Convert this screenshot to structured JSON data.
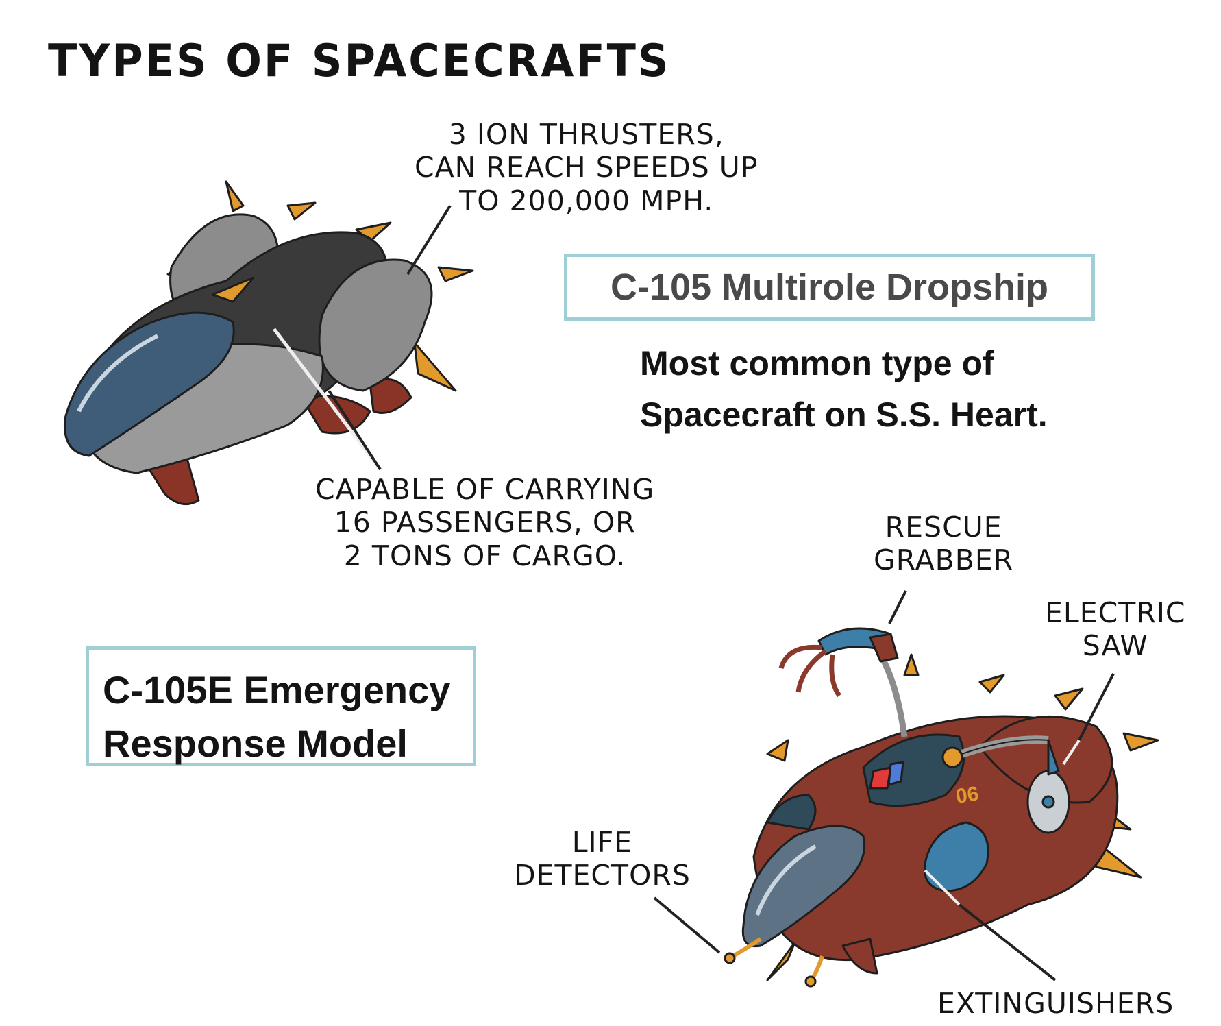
{
  "title": "TYPES OF SPACECRAFTS",
  "dropship": {
    "name": "C-105 Multirole Dropship",
    "description": [
      "Most common type of",
      "Spacecraft on S.S. Heart."
    ],
    "callouts": {
      "thrusters": [
        "3 ION THRUSTERS,",
        "CAN REACH SPEEDS UP",
        "TO 200,000 MPH."
      ],
      "capacity": [
        "CAPABLE OF CARRYING",
        "16 PASSENGERS, OR",
        "2 TONS OF CARGO."
      ]
    }
  },
  "emergency": {
    "name": [
      "C-105E Emergency",
      "Response Model"
    ],
    "hull_marking": "06",
    "callouts": {
      "rescue_grabber": [
        "RESCUE",
        "GRABBER"
      ],
      "electric_saw": [
        "ELECTRIC",
        "SAW"
      ],
      "life_detectors": [
        "LIFE",
        "DETECTORS"
      ],
      "extinguishers": "EXTINGUISHERS"
    }
  },
  "colors": {
    "box_border": "#9fcfd4",
    "dropship_hull": "#3a3a3a",
    "dropship_pods": "#8c8c8c",
    "emergency_hull": "#8a3a2c",
    "accent_orange": "#e39a2d",
    "canopy_blue": "#3f5d78",
    "emergency_blue": "#3d7fa8"
  }
}
